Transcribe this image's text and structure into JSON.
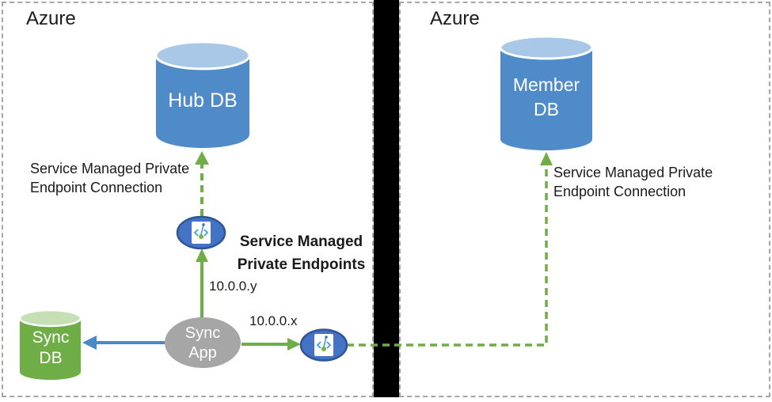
{
  "colors": {
    "green": "#6FAD47",
    "blue_arrow": "#4A89C7",
    "db_blue": "#4F8BC9",
    "db_blue_top": "#A9C7E7",
    "db_green": "#6FAD47",
    "db_green_top": "#C5E0B4",
    "gray": "#A6A6A6",
    "endpoint_fill": "#4472C4",
    "endpoint_border": "#2F5597"
  },
  "left_region": {
    "label": "Azure",
    "hub_db": "Hub DB",
    "sync_db": "Sync\nDB",
    "sync_app": "Sync\nApp",
    "connection_label": "Service Managed Private\nEndpoint Connection",
    "endpoints_label": "Service Managed\nPrivate Endpoints",
    "ip_y": "10.0.0.y",
    "ip_x": "10.0.0.x"
  },
  "right_region": {
    "label": "Azure",
    "member_db": "Member\nDB",
    "connection_label": "Service Managed Private\nEndpoint Connection"
  }
}
